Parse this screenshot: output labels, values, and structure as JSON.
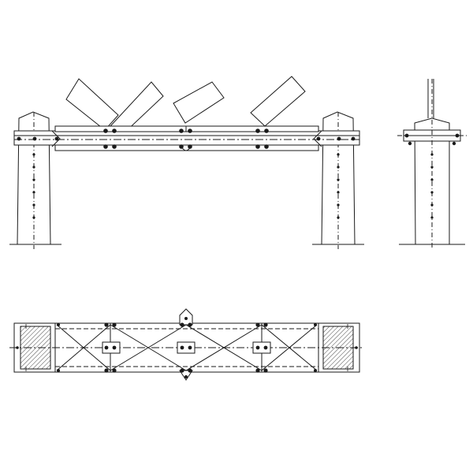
{
  "drawing": {
    "views": [
      {
        "id": "front-elevation"
      },
      {
        "id": "side-elevation"
      },
      {
        "id": "plan-view"
      }
    ],
    "colors": {
      "line": "#1a1a1a",
      "background": "#ffffff"
    }
  }
}
